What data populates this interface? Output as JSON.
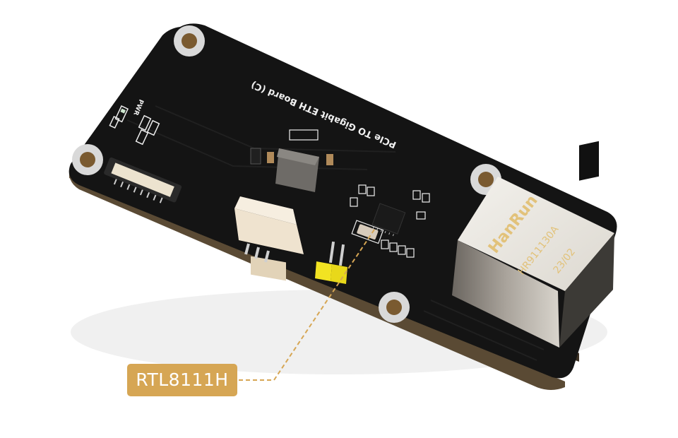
{
  "image": {
    "subject": "PCIe to Gigabit Ethernet board product photo",
    "background_color": "#ffffff",
    "board_color": "#141414"
  },
  "board": {
    "silkscreen_title": "PCIe TO Gigabit ETH Board (C)",
    "pwr_label": "PWR"
  },
  "rj45_jack": {
    "brand": "HanRun",
    "model": "HR911130A",
    "date_code": "23/02"
  },
  "callout": {
    "label": "RTL8111H",
    "color": "#d6a654",
    "text_color": "#ffffff"
  }
}
